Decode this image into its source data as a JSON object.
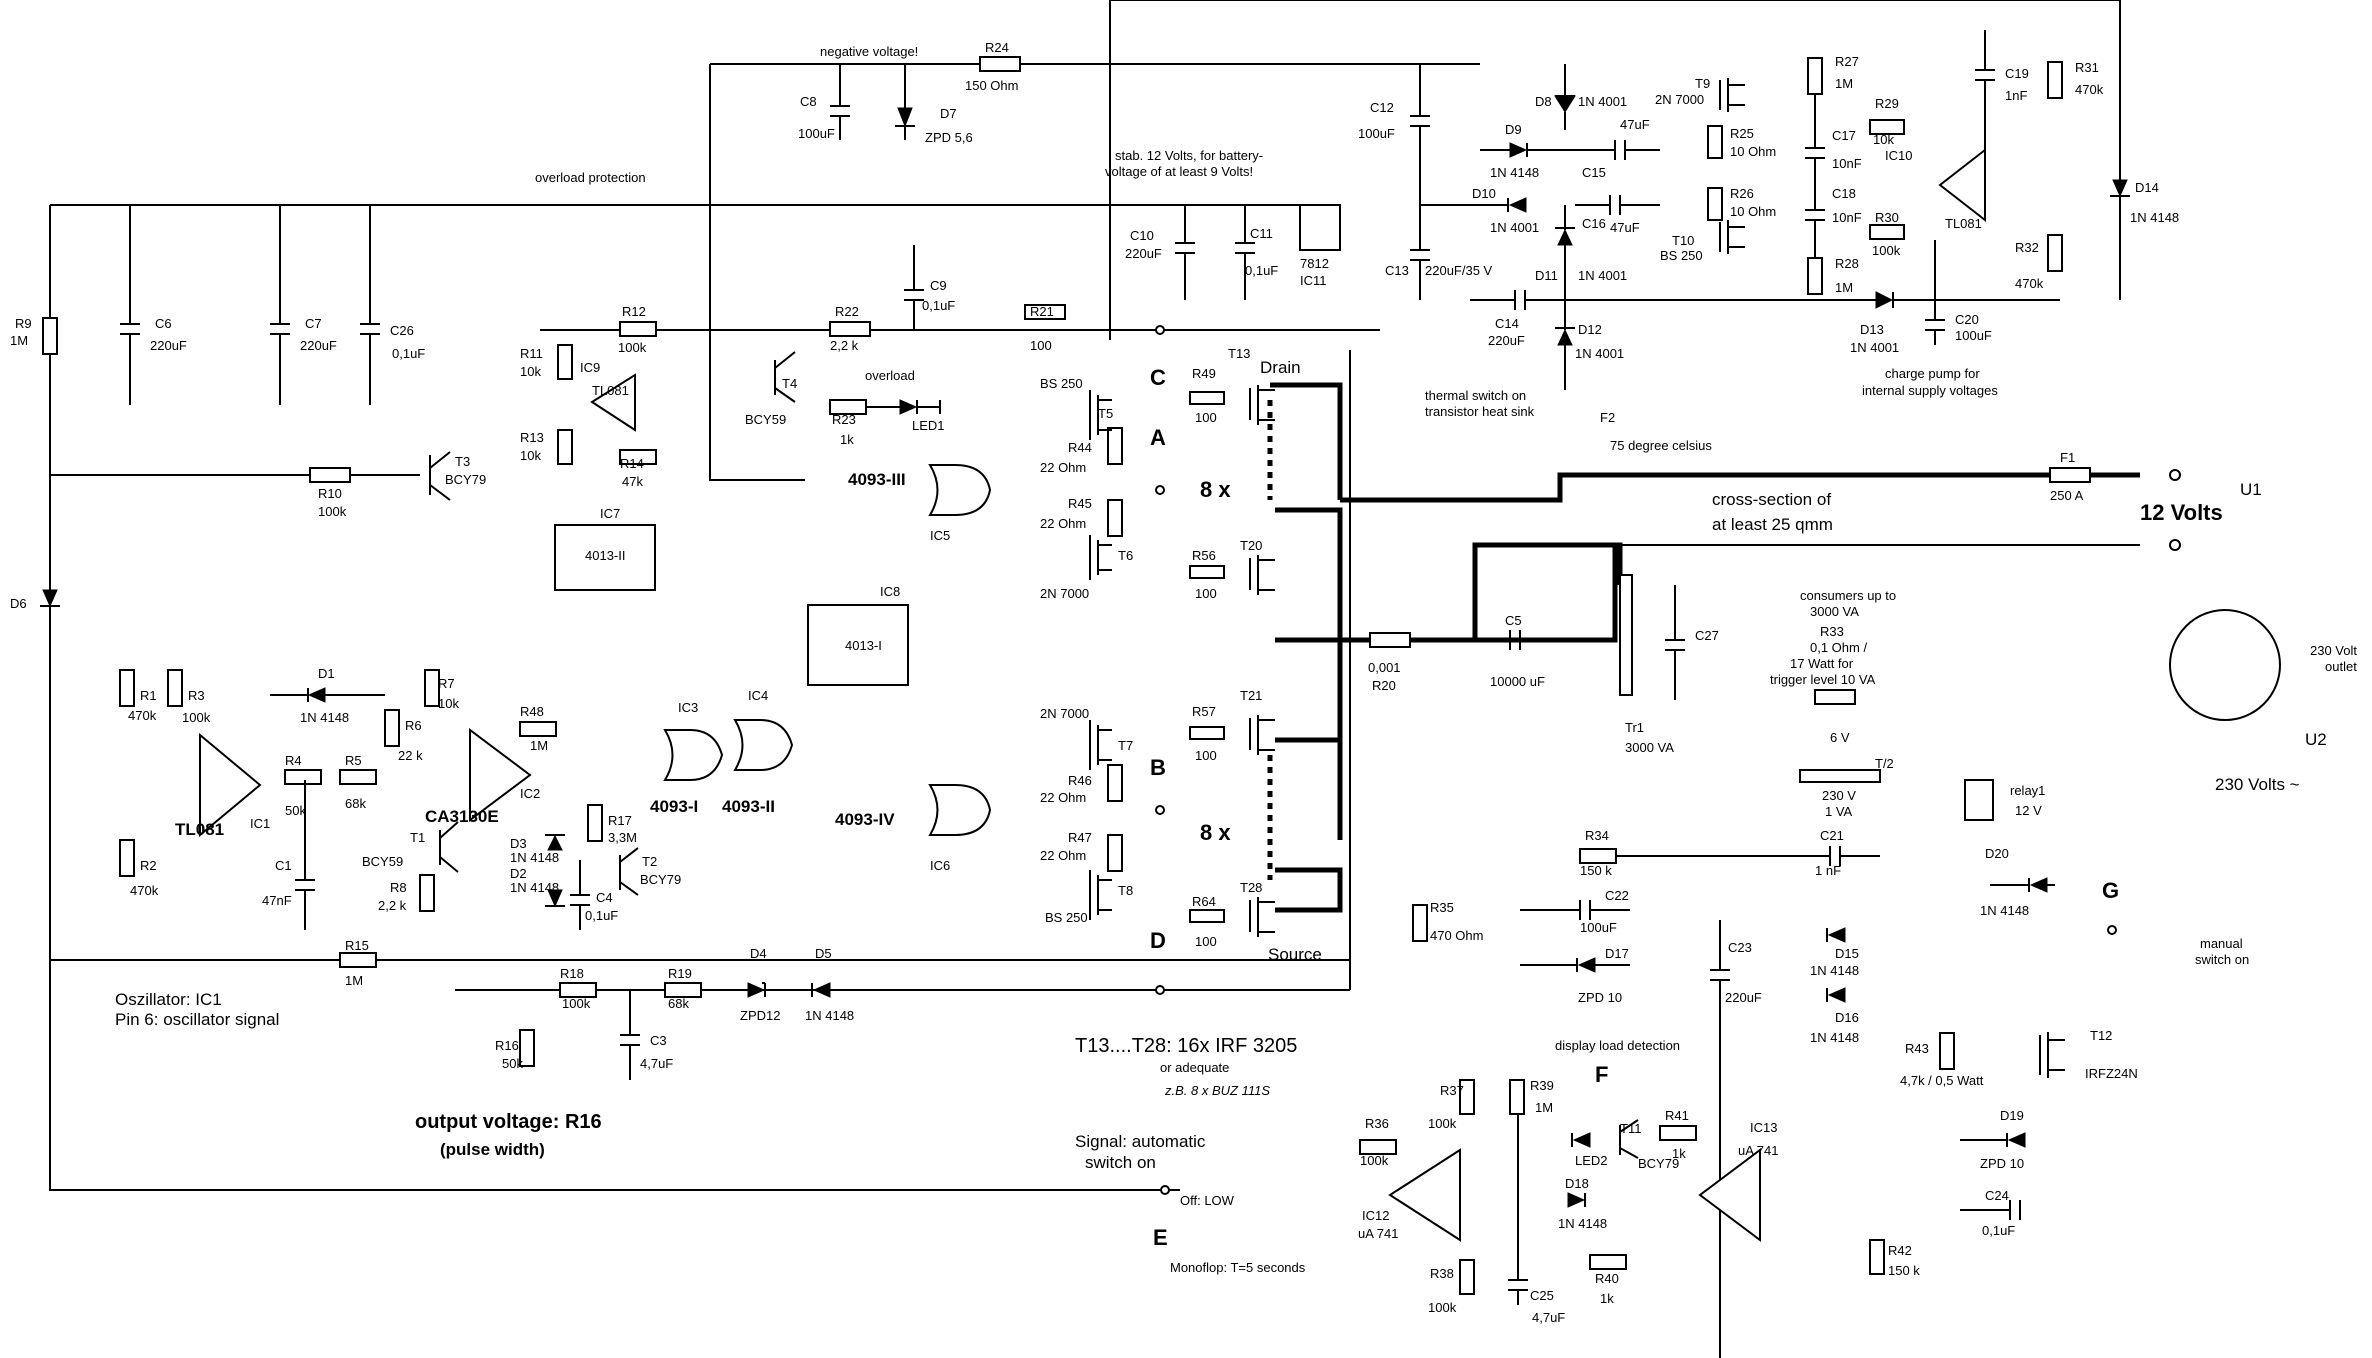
{
  "notes": {
    "negative_voltage": "negative voltage!",
    "overload_protection": "overload protection",
    "stab12": "stab. 12 Volts, for battery-",
    "stab12b": "voltage of at least 9 Volts!",
    "thermal": "thermal switch on",
    "thermal2": "transistor heat sink",
    "deg75": "75 degree celsius",
    "charge_pump": "charge pump for",
    "charge_pump2": "internal supply voltages",
    "cross_section": "cross-section of",
    "cross_section2": "at least 25 qmm",
    "twelve_volts": "12 Volts",
    "consumers": "consumers up to",
    "consumers2": "3000 VA",
    "outlet": "230 Volt",
    "outlet2": "outlet",
    "u2_volts": "230 Volts ~",
    "oszillator": "Oszillator: IC1",
    "pin6": "Pin 6: oscillator signal",
    "output_voltage": "output voltage: R16",
    "pulse_width": "(pulse width)",
    "signal_auto": "Signal: automatic",
    "signal_auto2": "switch on",
    "off_low": "Off: LOW",
    "monoflop": "Monoflop: T=5 seconds",
    "display_load": "display load detection",
    "manual_switch": "manual",
    "manual_switch2": "switch on",
    "mosfets": "T13....T28: 16x IRF 3205",
    "adequate": "or adequate",
    "buz": "z.B. 8 x BUZ 111S",
    "drain": "Drain",
    "source": "Source",
    "eight_x": "8 x",
    "overload": "overload",
    "trigger": "17 Watt for",
    "trigger2": "trigger level 10 VA"
  },
  "points": {
    "A": "A",
    "B": "B",
    "C": "C",
    "D": "D",
    "E": "E",
    "F": "F",
    "G": "G",
    "U1": "U1",
    "U2": "U2"
  },
  "components": {
    "R24": "R24",
    "R24v": "150 Ohm",
    "C8": "C8",
    "C8v": "100uF",
    "D7": "D7",
    "D7v": "ZPD 5,6",
    "C12": "C12",
    "C12v": "100uF",
    "D8": "D8",
    "D8v": "1N 4001",
    "D9": "D9",
    "D9v": "1N 4148",
    "C15": "C15",
    "C15v": "47uF",
    "T9": "T9",
    "T9v": "2N 7000",
    "R27": "R27",
    "R27v": "1M",
    "C19": "C19",
    "C19v": "1nF",
    "R31": "R31",
    "R31v": "470k",
    "R29": "R29",
    "R29v": "10k",
    "IC10": "IC10",
    "IC10v": "TL081",
    "R25": "R25",
    "R25v": "10 Ohm",
    "C17": "C17",
    "C17v": "10nF",
    "D10": "D10",
    "D10v": "1N 4001",
    "C16": "C16",
    "C16v": "47uF",
    "R26": "R26",
    "R26v": "10 Ohm",
    "C18": "C18",
    "C18v": "10nF",
    "R30": "R30",
    "R30v": "100k",
    "T10": "T10",
    "T10v": "BS 250",
    "R28": "R28",
    "R28v": "1M",
    "D11": "D11",
    "D11v": "1N 4001",
    "R32": "R32",
    "R32v": "470k",
    "D14": "D14",
    "D14v": "1N 4148",
    "C14": "C14",
    "C14v": "220uF",
    "D12": "D12",
    "D12v": "1N 4001",
    "D13": "D13",
    "D13v": "1N 4001",
    "C20": "C20",
    "C20v": "100uF",
    "C10": "C10",
    "C10v": "220uF",
    "C11": "C11",
    "C11v": "0,1uF",
    "IC11": "IC11",
    "IC11v": "7812",
    "C13": "C13",
    "C13v": "220uF/35 V",
    "C9": "C9",
    "C9v": "0,1uF",
    "R22": "R22",
    "R22v": "2,2 k",
    "R21": "R21",
    "R21v": "100",
    "R9": "R9",
    "R9v": "1M",
    "C6": "C6",
    "C6v": "220uF",
    "C7": "C7",
    "C7v": "220uF",
    "C26": "C26",
    "C26v": "0,1uF",
    "R12": "R12",
    "R12v": "100k",
    "R11": "R11",
    "R11v": "10k",
    "IC9": "IC9",
    "IC9v": "TL081",
    "R13": "R13",
    "R13v": "10k",
    "R14": "R14",
    "R14v": "47k",
    "T4": "T4",
    "T4v": "BCY59",
    "R23": "R23",
    "R23v": "1k",
    "LED1": "LED1",
    "R10": "R10",
    "R10v": "100k",
    "T3": "T3",
    "T3v": "BCY79",
    "IC7": "IC7",
    "IC7v": "4013-II",
    "IC8": "IC8",
    "IC8v": "4013-I",
    "IC5v": "4093-III",
    "IC5": "IC5",
    "IC6v": "4093-IV",
    "IC6": "IC6",
    "IC3": "IC3",
    "IC3v": "4093-I",
    "IC4": "IC4",
    "IC4v": "4093-II",
    "D6": "D6",
    "R1": "R1",
    "R1v": "470k",
    "R3": "R3",
    "R3v": "100k",
    "D1": "D1",
    "D1v": "1N 4148",
    "R7": "R7",
    "R7v": "10k",
    "R6": "R6",
    "R6v": "22 k",
    "R48": "R48",
    "R48v": "1M",
    "R4": "R4",
    "R4v": "50k",
    "R5": "R5",
    "R5v": "68k",
    "IC1": "IC1",
    "IC1v": "TL081",
    "IC2": "IC2",
    "IC2v": "CA3130E",
    "R2": "R2",
    "R2v": "470k",
    "C1": "C1",
    "C1v": "47nF",
    "T1": "T1",
    "T1v": "BCY59",
    "R8": "R8",
    "R8v": "2,2 k",
    "D3": "D3",
    "D2": "D2",
    "D23v": "1N 4148",
    "R17": "R17",
    "R17v": "3,3M",
    "T2": "T2",
    "T2v": "BCY79",
    "C4": "C4",
    "C4v": "0,1uF",
    "R15": "R15",
    "R15v": "1M",
    "R18": "R18",
    "R18v": "100k",
    "R19": "R19",
    "R19v": "68k",
    "D4": "D4",
    "D4v": "ZPD12",
    "D5": "D5",
    "D5v": "1N 4148",
    "R16": "R16",
    "R16v": "50k",
    "C3": "C3",
    "C3v": "4,7uF",
    "T5": "T5",
    "T5v": "BS 250",
    "R44": "R44",
    "R44v": "22 Ohm",
    "R45": "R45",
    "R45v": "22 Ohm",
    "T6": "T6",
    "T6v": "2N 7000",
    "T7": "T7",
    "T7v": "2N 7000",
    "R46": "R46",
    "R46v": "22 Ohm",
    "R47": "R47",
    "R47v": "22 Ohm",
    "T8": "T8",
    "T8v": "BS 250",
    "T13": "T13",
    "R49": "R49",
    "R56": "R56",
    "T20": "T20",
    "T21": "T21",
    "R57": "R57",
    "R64": "R64",
    "T28": "T28",
    "R100": "100",
    "R20": "R20",
    "R20v": "0,001",
    "C5": "C5",
    "C5v": "10000 uF",
    "F1": "F1",
    "F1v": "250 A",
    "F2": "F2",
    "Tr1": "Tr1",
    "Tr1v": "3000 VA",
    "C27": "C27",
    "R33": "R33",
    "R33v": "0,1 Ohm /",
    "T2lbl": "T/2",
    "trafo6v": "6 V",
    "trafo230": "230 V",
    "trafo1va": "1 VA",
    "relay1": "relay1",
    "relay1v": "12 V",
    "D20": "D20",
    "D20v": "1N 4148",
    "R34": "R34",
    "R34v": "150 k",
    "C21": "C21",
    "C21v": "1 nF",
    "R35": "R35",
    "R35v": "470 Ohm",
    "C22": "C22",
    "C22v": "100uF",
    "D17": "D17",
    "D17v": "ZPD 10",
    "C23": "C23",
    "C23v": "220uF",
    "D15": "D15",
    "D15v": "1N 4148",
    "D16": "D16",
    "D16v": "1N 4148",
    "R43": "R43",
    "R43v": "4,7k / 0,5 Watt",
    "T12": "T12",
    "T12v": "IRFZ24N",
    "D19": "D19",
    "D19v": "ZPD 10",
    "C24": "C24",
    "C24v": "0,1uF",
    "R37": "R37",
    "R37v": "100k",
    "R39": "R39",
    "R39v": "1M",
    "LED2": "LED2",
    "T11": "T11",
    "T11v": "BCY79",
    "R41": "R41",
    "R41v": "1k",
    "IC13": "IC13",
    "IC13v": "uA 741",
    "R36": "R36",
    "R36v": "100k",
    "IC12": "IC12",
    "IC12v": "uA 741",
    "D18": "D18",
    "D18v": "1N 4148",
    "R42": "R42",
    "R42v": "150 k",
    "R38": "R38",
    "R38v": "100k",
    "C25": "C25",
    "C25v": "4,7uF",
    "R40": "R40",
    "R40v": "1k"
  }
}
